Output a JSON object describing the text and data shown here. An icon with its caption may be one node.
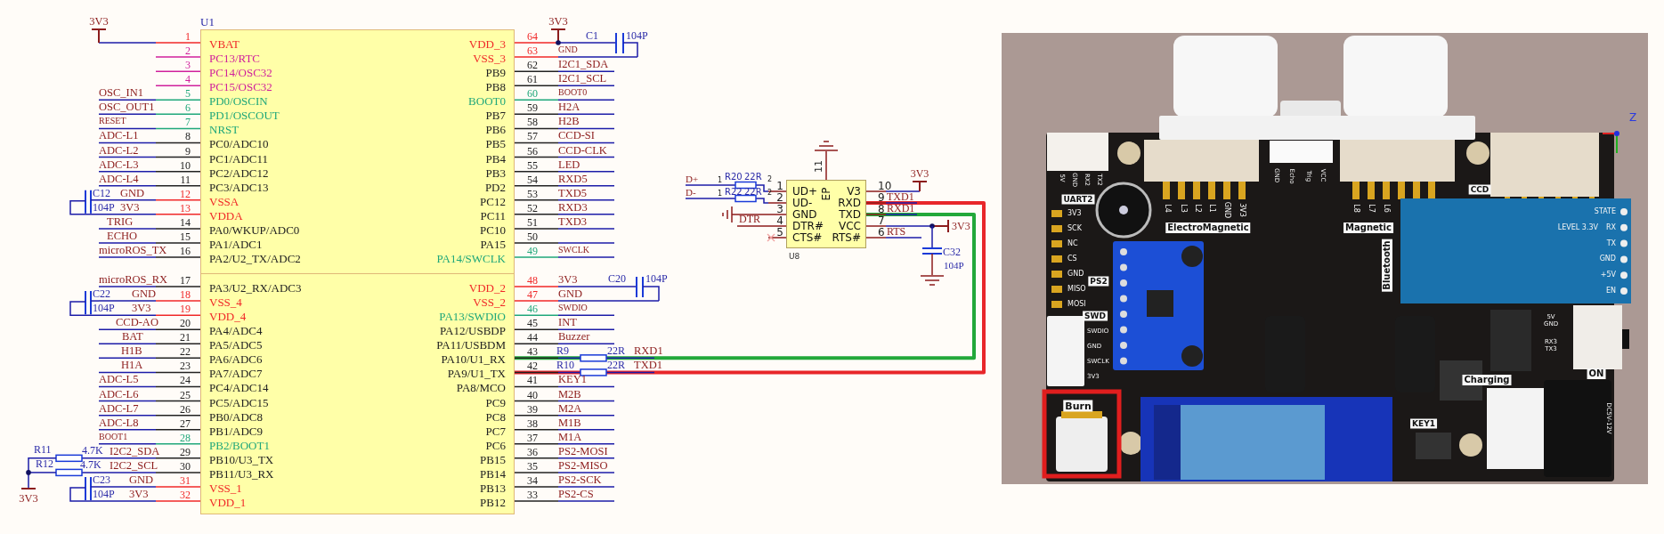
{
  "diagram": {
    "nodes": [
      {
        "text": [
          "U1",
          "VBAT",
          "PC13/RTC",
          "PC14/OSC32",
          "PC15/OSC32",
          "PD0/OSCIN",
          "PD1/OSCOUT",
          "NRST",
          "PC0/ADC10",
          "PC1/ADC11",
          "PC2/ADC12",
          "PC3/ADC13",
          "VSSA",
          "VDDA",
          "PA0/WKUP/ADC0",
          "PA1/ADC1",
          "PA2/U2_TX/ADC2",
          "PA3/U2_RX/ADC3",
          "VSS_4",
          "VDD_4",
          "PA4/ADC4",
          "PA5/ADC5",
          "PA6/ADC6",
          "PA7/ADC7",
          "PC4/ADC14",
          "PC5/ADC15",
          "PB0/ADC8",
          "PB1/ADC9",
          "PB2/BOOT1",
          "PB10/U3_TX",
          "PB11/U3_RX",
          "VSS_1",
          "VDD_1",
          "PB12",
          "PB13",
          "PB14",
          "PB15",
          "PC6",
          "PC7",
          "PC8",
          "PC9",
          "PA8/MCO",
          "PA9/U1_TX",
          "PA10/U1_RX",
          "PA11/USBDM",
          "PA12/USBDP",
          "PA13/SWDIO",
          "VSS_2",
          "VDD_2",
          "PA14/SWCLK",
          "PA15",
          "PC10",
          "PC11",
          "PC12",
          "PD2",
          "PB3",
          "PB4",
          "PB5",
          "PB6",
          "PB7",
          "BOOT0",
          "PB8",
          "PB9",
          "VSS_3",
          "VDD_3"
        ]
      },
      {
        "text": [
          "UD+",
          "UD-",
          "GND",
          "DTR#",
          "CTS#",
          "EP",
          "V3",
          "RXD",
          "TXD",
          "VCC",
          "RTS#"
        ],
        "beside": [
          "U8"
        ]
      }
    ],
    "edges": [
      {
        "from": 0,
        "to": 1,
        "arrow": "none",
        "color": "#e8262a"
      },
      {
        "from": 0,
        "to": 1,
        "arrow": "none",
        "color": "#22a83a"
      }
    ],
    "labels": [
      "1",
      "2",
      "3",
      "4",
      "OSC_IN1",
      "5",
      "OSC_OUT1",
      "6",
      "RESET",
      "7",
      "ADC-L1",
      "8",
      "ADC-L2",
      "9",
      "ADC-L3",
      "10",
      "ADC-L4",
      "11",
      "GND",
      "12",
      "3V3",
      "13",
      "TRIG",
      "14",
      "ECHO",
      "15",
      "microROS_TX",
      "16",
      "microROS_RX",
      "17",
      "GND",
      "18",
      "3V3",
      "19",
      "CCD-AO",
      "20",
      "BAT",
      "21",
      "H1B",
      "22",
      "H1A",
      "23",
      "ADC-L5",
      "24",
      "ADC-L6",
      "25",
      "ADC-L7",
      "26",
      "ADC-L8",
      "27",
      "BOOT1",
      "28",
      "I2C2_SDA",
      "29",
      "I2C2_SCL",
      "30",
      "GND",
      "31",
      "3V3",
      "32",
      "64",
      "63",
      "GND",
      "62",
      "I2C1_SDA",
      "61",
      "I2C1_SCL",
      "60",
      "BOOT0",
      "59",
      "H2A",
      "58",
      "H2B",
      "57",
      "CCD-SI",
      "56",
      "CCD-CLK",
      "55",
      "LED",
      "54",
      "RXD5",
      "53",
      "TXD5",
      "52",
      "RXD3",
      "51",
      "TXD3",
      "50",
      "49",
      "SWCLK",
      "48",
      "3V3",
      "47",
      "GND",
      "46",
      "SWDIO",
      "45",
      "INT",
      "44",
      "Buzzer",
      "43",
      "RXD1",
      "42",
      "TXD1",
      "41",
      "KEY1",
      "40",
      "M2B",
      "39",
      "M2A",
      "38",
      "M1B",
      "37",
      "M1A",
      "36",
      "PS2-MOSI",
      "35",
      "PS2-MISO",
      "34",
      "PS2-SCK",
      "33",
      "PS2-CS",
      "3V3",
      "C12",
      "104P",
      "C22",
      "104P",
      "R11",
      "4.7K",
      "R12",
      "4.7K",
      "3V3",
      "C23",
      "104P",
      "3V3",
      "C1",
      "104P",
      "C20",
      "104P",
      "R9",
      "22R",
      "R10",
      "22R",
      "D+",
      "D-",
      "R20",
      "22R",
      "R22",
      "22R",
      "1",
      "2",
      "1",
      "2",
      "1",
      "2",
      "3",
      "4",
      "5",
      "DTR",
      "11",
      "10",
      "9",
      "TXD1",
      "8",
      "RXD1",
      "7",
      "6",
      "RTS",
      "3V3",
      "3V3",
      "C32",
      "104P",
      "5V",
      "GND",
      "RX2",
      "TX2",
      "UART2",
      "L4",
      "L3",
      "L2",
      "L1",
      "GND",
      "3V3",
      "ElectroMagnetic",
      "GND",
      "Echo",
      "Trig",
      "VCC",
      "L8",
      "L7",
      "L6",
      "Magnetic",
      "CCD",
      "Z",
      "3V3",
      "SCK",
      "NC",
      "CS",
      "GND",
      "MISO",
      "MOSI",
      "PS2",
      "Bluetooth",
      "STATE",
      "LEVEL 3.3V",
      "RX",
      "TX",
      "GND",
      "+5V",
      "EN",
      "SWD",
      "SWDIO",
      "GND",
      "SWCLK",
      "3V3",
      "5V",
      "GND",
      "RX3",
      "TX3",
      "Charging",
      "ON",
      "Burn",
      "KEY1",
      "DC5V-12V"
    ]
  }
}
